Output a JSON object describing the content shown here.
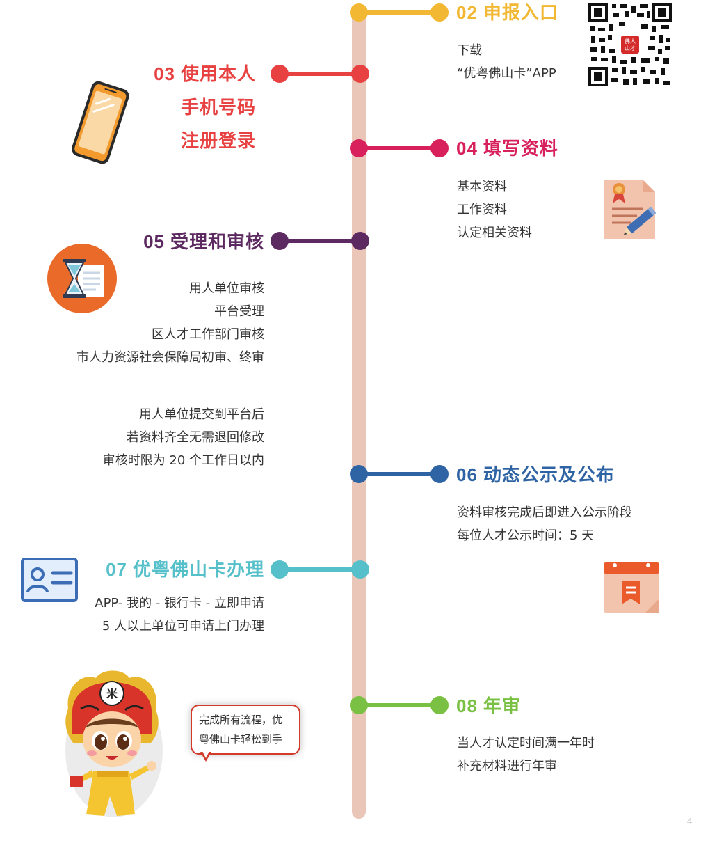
{
  "colors": {
    "spine": "#e9c6b8",
    "step02": "#f2b833",
    "step03": "#e84141",
    "step04": "#d8215c",
    "step05": "#5c2a60",
    "step06": "#2f64a4",
    "step07": "#55bfca",
    "step08": "#7ac143"
  },
  "steps": {
    "s02": {
      "num": "02",
      "title": "申报入口",
      "lines": [
        "下载",
        "“优粤佛山卡”APP"
      ],
      "qr_label": "佛人 山才"
    },
    "s03": {
      "num": "03",
      "title_lines": [
        "使用本人",
        "手机号码",
        "注册登录"
      ]
    },
    "s04": {
      "num": "04",
      "title": "填写资料",
      "lines": [
        "基本资料",
        "工作资料",
        "认定相关资料"
      ]
    },
    "s05": {
      "num": "05",
      "title": "受理和审核",
      "lines": [
        "用人单位审核",
        "平台受理",
        "区人才工作部门审核",
        "市人力资源社会保障局初审、终审"
      ],
      "note_lines": [
        "用人单位提交到平台后",
        "若资料齐全无需退回修改",
        "审核时限为 20 个工作日以内"
      ]
    },
    "s06": {
      "num": "06",
      "title": "动态公示及公布",
      "lines": [
        "资料审核完成后即进入公示阶段",
        "每位人才公示时间：5 天"
      ]
    },
    "s07": {
      "num": "07",
      "title": "优粤佛山卡办理",
      "lines": [
        "APP- 我的 - 银行卡 - 立即申请",
        "5 人以上单位可申请上门办理"
      ]
    },
    "s08": {
      "num": "08",
      "title": "年审",
      "lines": [
        "当人才认定时间满一年时",
        "补充材料进行年审"
      ]
    }
  },
  "bubble": {
    "lines": [
      "完成所有流程，优",
      "粤佛山卡轻松到手"
    ]
  },
  "page_number": "4",
  "icons": {
    "qr": "qr-code-icon",
    "phone": "phone-icon",
    "document": "document-pen-icon",
    "hourglass": "hourglass-icon",
    "id_card": "id-card-icon",
    "calendar": "calendar-icon",
    "mascot": "lion-mascot-icon"
  }
}
